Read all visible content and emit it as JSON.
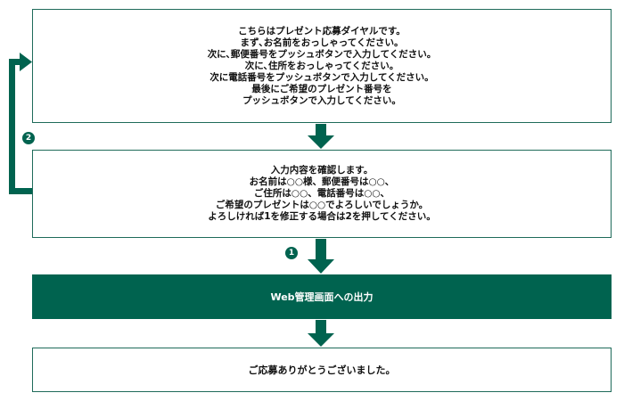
{
  "steps": {
    "announcement": {
      "lines": [
        "こちらはプレゼント応募ダイヤルです。",
        "まず､お名前をおっしゃってください。",
        "次に､郵便番号をプッシュボタンで入力してください。",
        "次に､住所をおっしゃってください。",
        "次に電話番号をプッシュボタンで入力してください。",
        "最後にご希望のプレゼント番号を",
        "プッシュボタンで入力してください。"
      ]
    },
    "confirmation": {
      "lines": [
        "入力内容を確認します。",
        "お名前は○○様、郵便番号は○○、",
        "ご住所は○○、電話番号は○○、",
        "ご希望のプレゼントは○○でよろしいでしょうか。",
        "よろしければ1を修正する場合は2を押してください。"
      ]
    },
    "output": {
      "label": "Web管理画面への出力"
    },
    "thanks": {
      "label": "ご応募ありがとうございました。"
    }
  },
  "branches": {
    "confirm_key": "1",
    "retry_key": "2"
  },
  "colors": {
    "accent": "#00634f",
    "border": "#1f6b5a"
  }
}
